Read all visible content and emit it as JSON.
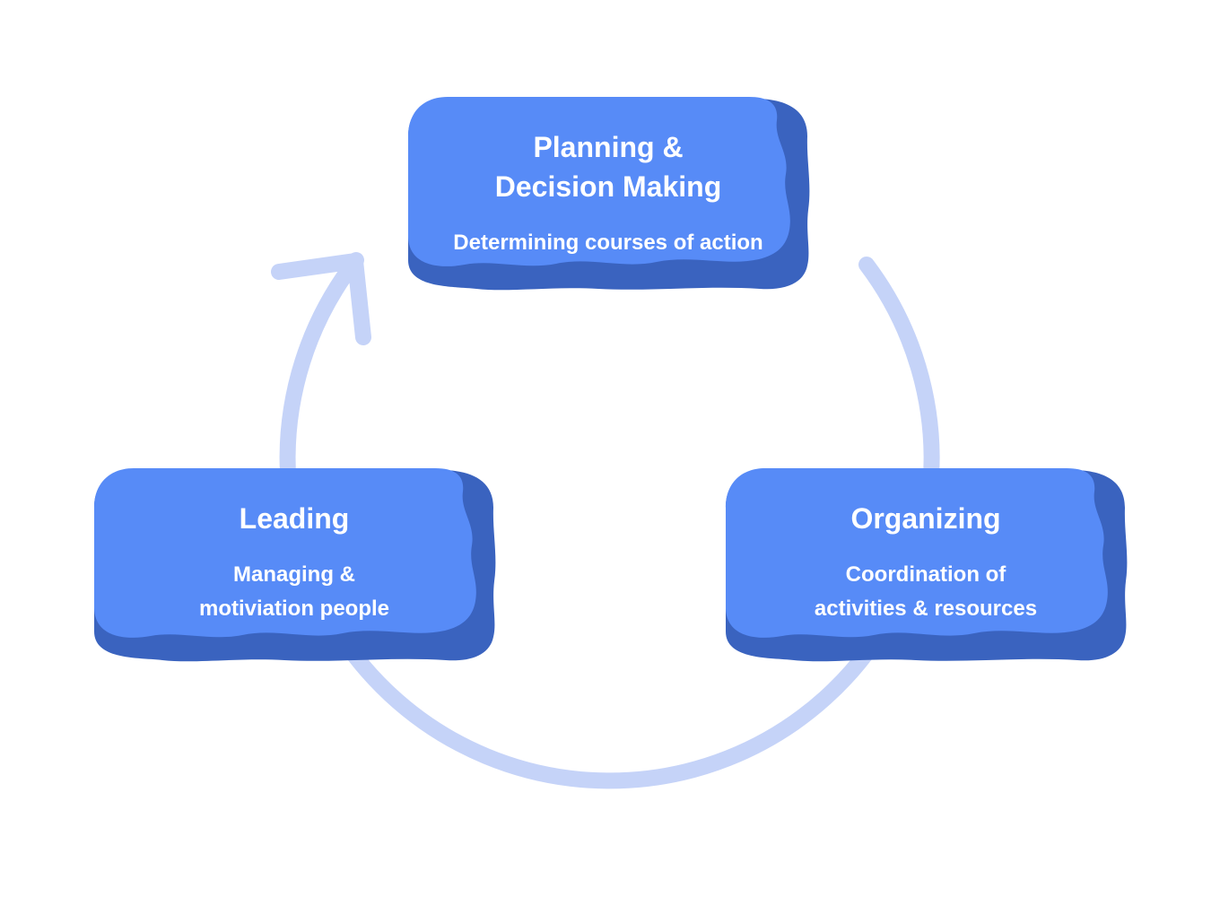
{
  "diagram": {
    "type": "cycle",
    "direction": "clockwise",
    "nodes": [
      {
        "id": "planning",
        "position": "top",
        "title": "Planning &\nDecision Making",
        "subtitle": "Determining courses of action"
      },
      {
        "id": "organizing",
        "position": "right",
        "title": "Organizing",
        "subtitle": "Coordination of\nactivities & resources"
      },
      {
        "id": "leading",
        "position": "left",
        "title": "Leading",
        "subtitle": "Managing &\nmotiviation people"
      }
    ],
    "connector": {
      "shape": "circular-arc-arrow",
      "arrowhead_points_to": "planning"
    }
  },
  "colors": {
    "node_fill": "#578BF7",
    "node_shade": "#3A63BF",
    "text": "#FFFFFF",
    "arrow": "#C5D3F8",
    "background": "#FFFFFF"
  }
}
